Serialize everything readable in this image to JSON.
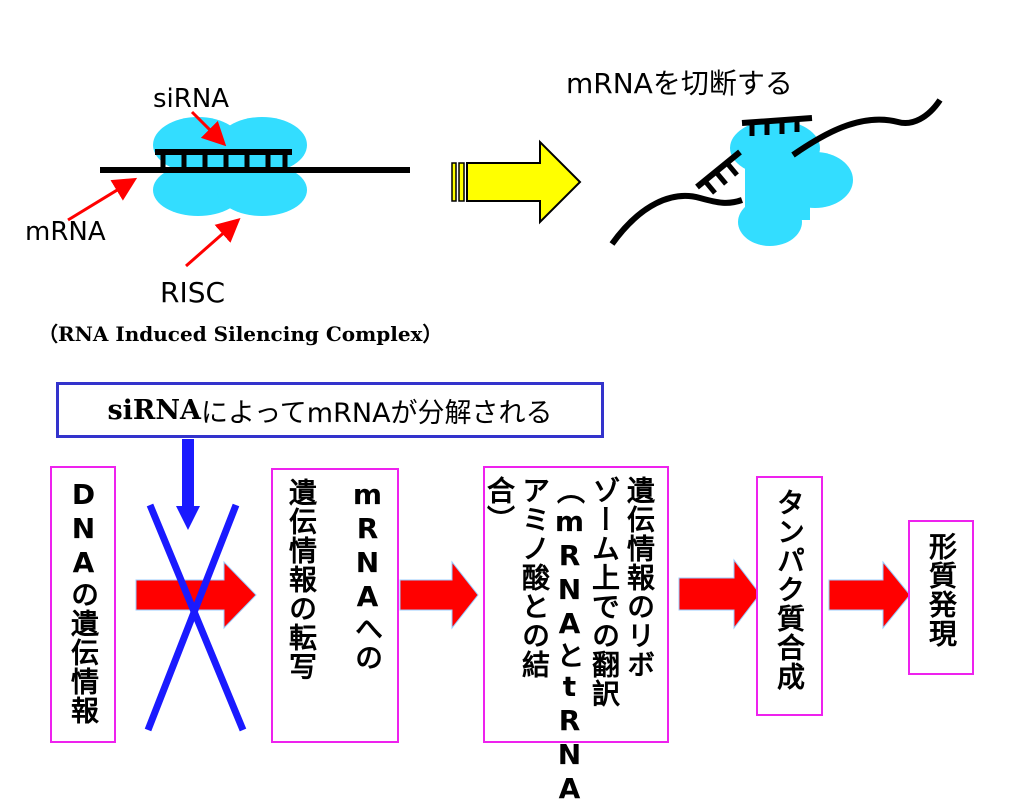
{
  "diagram": {
    "top": {
      "sirna_label": "siRNA",
      "mrna_label": "mRNA",
      "risc_label": "RISC",
      "risc_fullname": "（RNA Induced Silencing Complex）",
      "cut_label": "mRNAを切断する"
    },
    "sirna_box": {
      "latin": "siRNA",
      "rest": "によってmRNAが分解される"
    },
    "flow": [
      {
        "columns": [
          "DNAの遺伝情報"
        ]
      },
      {
        "columns": [
          "mRNAへの",
          "遺伝情報の転写"
        ]
      },
      {
        "columns": [
          "遺伝情報のリボ",
          "ゾーム上での翻訳",
          "（mRNAとtRNA",
          "アミノ酸との結",
          "合）"
        ]
      },
      {
        "columns": [
          "タンパク質合成"
        ]
      },
      {
        "columns": [
          "形質発現"
        ]
      }
    ],
    "colors": {
      "risc": "#33ddff",
      "arrow_red": "#ff0000",
      "arrow_yellow": "#ffff00",
      "cross_blue": "#1a1aff",
      "box_border": "#ee22ee",
      "sirna_box_border": "#3333cc"
    }
  }
}
